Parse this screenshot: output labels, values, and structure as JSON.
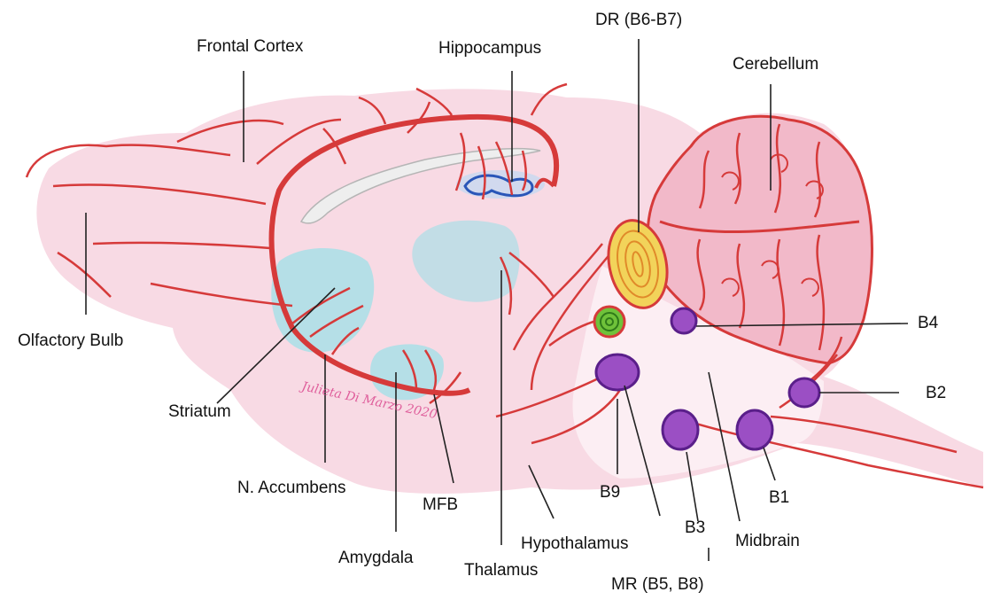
{
  "labels": {
    "frontal_cortex": "Frontal Cortex",
    "hippocampus": "Hippocampus",
    "dr": "DR (B6-B7)",
    "cerebellum": "Cerebellum",
    "olfactory_bulb": "Olfactory Bulb",
    "striatum": "Striatum",
    "n_accumbens": "N. Accumbens",
    "amygdala": "Amygdala",
    "mfb": "MFB",
    "thalamus": "Thalamus",
    "hypothalamus": "Hypothalamus",
    "b9": "B9",
    "b3": "B3",
    "mr": "MR (B5, B8)",
    "midbrain": "Midbrain",
    "b1": "B1",
    "b2": "B2",
    "b4": "B4"
  },
  "signature": "Julieta Di Marzo 2020",
  "colors": {
    "tract": "#d63a3a",
    "tissue": "#f7d3df",
    "cerebellum_fill": "#f2b9c9",
    "nucleus_fill": "#9b4fc4",
    "nucleus_stroke": "#5a1f8a",
    "hippocampus_blue": "#2a56b8",
    "striatum_cyan": "#9fe0e8",
    "dr_yellow": "#f2d35a",
    "dr_orange": "#e08a2a",
    "green_nucleus": "#6fc23a"
  }
}
